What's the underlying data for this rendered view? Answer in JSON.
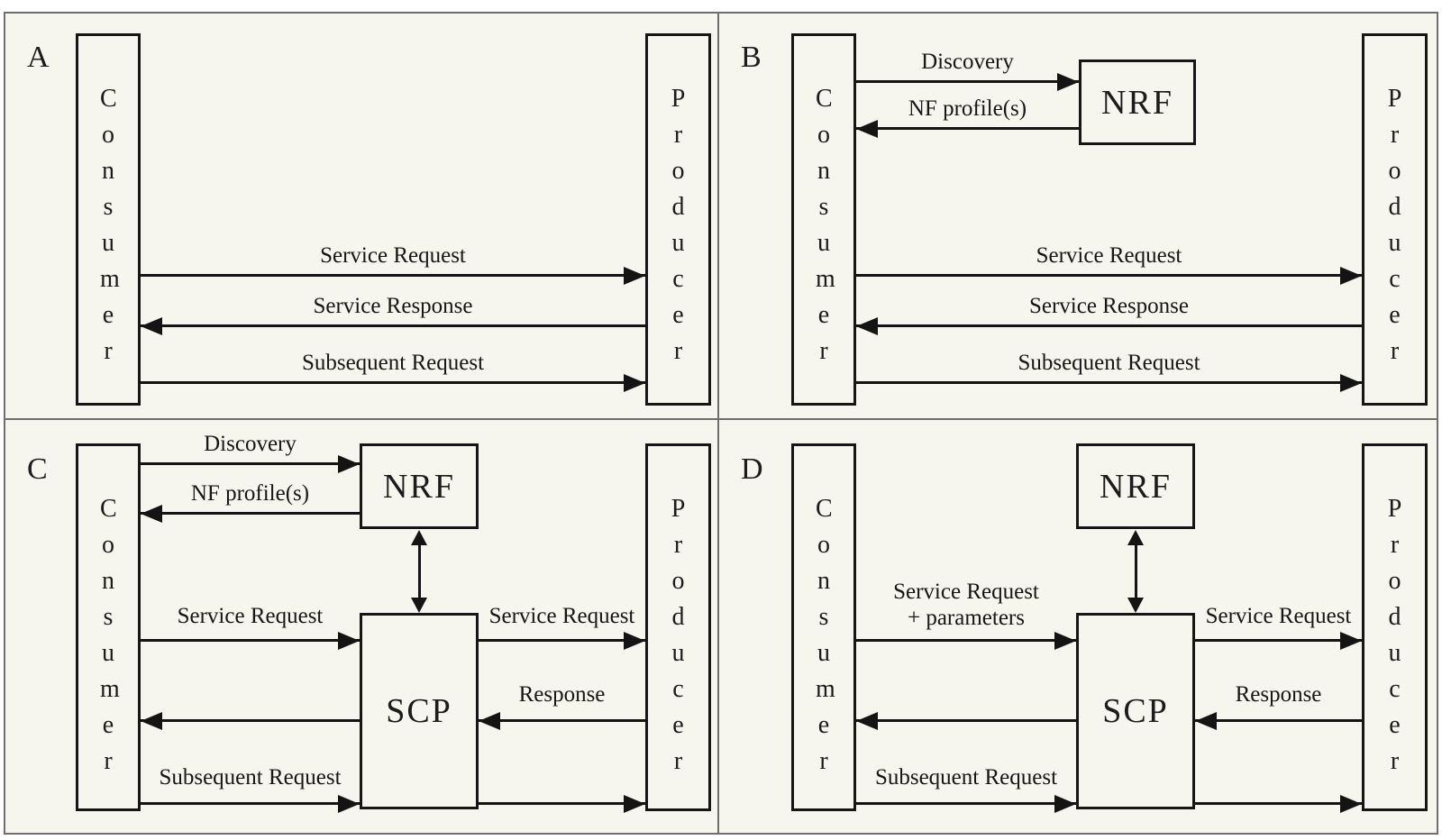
{
  "colors": {
    "page_bg": "#ffffff",
    "panel_bg": "#f6f5ee",
    "grid_border": "#6e6e6e",
    "box_border": "#161616",
    "line_color": "#141414",
    "text_color": "#1c1c1c"
  },
  "panels": {
    "a": {
      "label": "A",
      "consumer": "Consumer",
      "producer": "Producer",
      "arrows": {
        "service_request": "Service Request",
        "service_response": "Service Response",
        "subsequent_request": "Subsequent Request"
      }
    },
    "b": {
      "label": "B",
      "consumer": "Consumer",
      "producer": "Producer",
      "nrf": "NRF",
      "arrows": {
        "discovery": "Discovery",
        "nf_profiles": "NF profile(s)",
        "service_request": "Service Request",
        "service_response": "Service Response",
        "subsequent_request": "Subsequent Request"
      }
    },
    "c": {
      "label": "C",
      "consumer": "Consumer",
      "producer": "Producer",
      "nrf": "NRF",
      "scp": "SCP",
      "arrows": {
        "discovery": "Discovery",
        "nf_profiles": "NF profile(s)",
        "service_request_to_scp": "Service Request",
        "service_request_to_producer": "Service Request",
        "response": "Response",
        "subsequent_request": "Subsequent Request"
      }
    },
    "d": {
      "label": "D",
      "consumer": "Consumer",
      "producer": "Producer",
      "nrf": "NRF",
      "scp": "SCP",
      "arrows": {
        "service_request_line1": "Service Request",
        "service_request_line2": "+ parameters",
        "service_request_to_producer": "Service Request",
        "response": "Response",
        "subsequent_request": "Subsequent Request"
      }
    }
  }
}
